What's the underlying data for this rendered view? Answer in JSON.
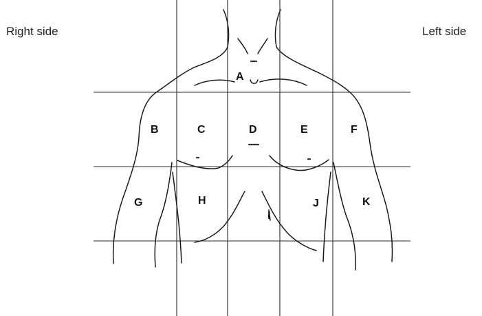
{
  "side_labels": {
    "right": "Right side",
    "left": "Left side"
  },
  "regions": [
    "A",
    "B",
    "C",
    "D",
    "E",
    "F",
    "G",
    "H",
    "I",
    "J",
    "K"
  ]
}
